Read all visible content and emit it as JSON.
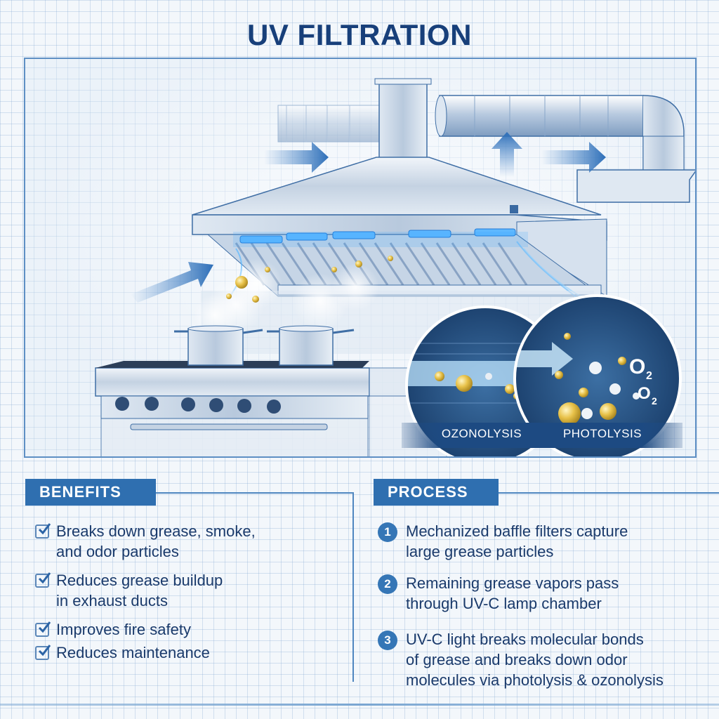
{
  "title": "UV FILTRATION",
  "illustration": {
    "subject": "commercial kitchen exhaust hood with UV lamps over range with steaming pots",
    "icons": [
      "airflow-arrow-icon",
      "uv-lamp-icon",
      "grease-particle-icon",
      "steam-icon"
    ],
    "lenses": [
      {
        "label": "OZONOLYSIS"
      },
      {
        "label": "PHOTOLYSIS",
        "formula": [
          "O",
          "2",
          "O",
          "2"
        ]
      }
    ],
    "colors": {
      "uv_glow": "#37a4ff",
      "grease": "#e8c24a",
      "steel": "#c9d6e4",
      "outline": "#2d5a92"
    }
  },
  "benefits": {
    "heading": "BENEFITS",
    "items": [
      {
        "line1": "Breaks down grease, smoke,",
        "line2": "and odor particles"
      },
      {
        "line1": "Reduces grease buildup",
        "line2": "in exhaust ducts"
      },
      {
        "line1": "Improves fire safety",
        "line2": ""
      },
      {
        "line1": "Reduces maintenance",
        "line2": ""
      }
    ]
  },
  "process": {
    "heading": "PROCESS",
    "steps": [
      {
        "num": "1",
        "line1": "Mechanized baffle filters capture",
        "line2": "large grease particles",
        "line3": ""
      },
      {
        "num": "2",
        "line1": "Remaining grease vapors pass",
        "line2": "through UV-C lamp chamber",
        "line3": ""
      },
      {
        "num": "3",
        "line1": "UV-C light breaks molecular bonds",
        "line2": "of grease and breaks down odor",
        "line3": "molecules via photolysis & ozonolysis"
      }
    ]
  },
  "colors": {
    "title": "#173f7a",
    "badge": "#2f6fb0",
    "text": "#1a3a6b",
    "grid": "#b5cbe4"
  }
}
